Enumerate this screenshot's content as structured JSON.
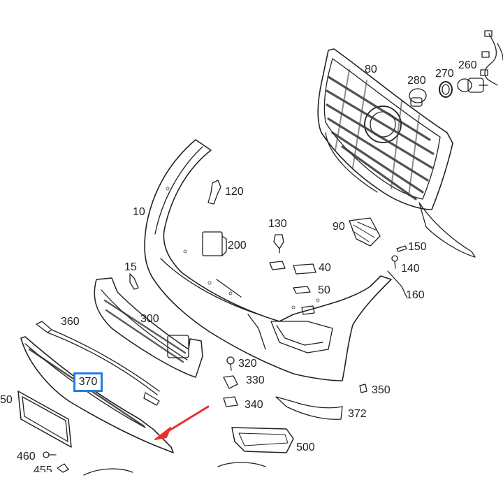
{
  "diagram": {
    "highlight_color": "#1f7fe0",
    "arrow_color": "#e8302a",
    "line_color": "#222222",
    "highlighted_part": "370",
    "parts": [
      {
        "key": "p80",
        "label": "80"
      },
      {
        "key": "p280",
        "label": "280"
      },
      {
        "key": "p270",
        "label": "270"
      },
      {
        "key": "p260",
        "label": "260"
      },
      {
        "key": "p120",
        "label": "120"
      },
      {
        "key": "p10",
        "label": "10"
      },
      {
        "key": "p130",
        "label": "130"
      },
      {
        "key": "p90",
        "label": "90"
      },
      {
        "key": "p200",
        "label": "200"
      },
      {
        "key": "p150",
        "label": "150"
      },
      {
        "key": "p15",
        "label": "15"
      },
      {
        "key": "p40",
        "label": "40"
      },
      {
        "key": "p140",
        "label": "140"
      },
      {
        "key": "p50",
        "label": "50"
      },
      {
        "key": "p160",
        "label": "160"
      },
      {
        "key": "p360",
        "label": "360"
      },
      {
        "key": "p300",
        "label": "300"
      },
      {
        "key": "p320",
        "label": "320"
      },
      {
        "key": "p370",
        "label": "370"
      },
      {
        "key": "p330",
        "label": "330"
      },
      {
        "key": "p350",
        "label": "350"
      },
      {
        "key": "p50b",
        "label": "50"
      },
      {
        "key": "p340",
        "label": "340"
      },
      {
        "key": "p372",
        "label": "372"
      },
      {
        "key": "p460",
        "label": "460"
      },
      {
        "key": "p500",
        "label": "500"
      },
      {
        "key": "p455",
        "label": "455"
      }
    ]
  }
}
